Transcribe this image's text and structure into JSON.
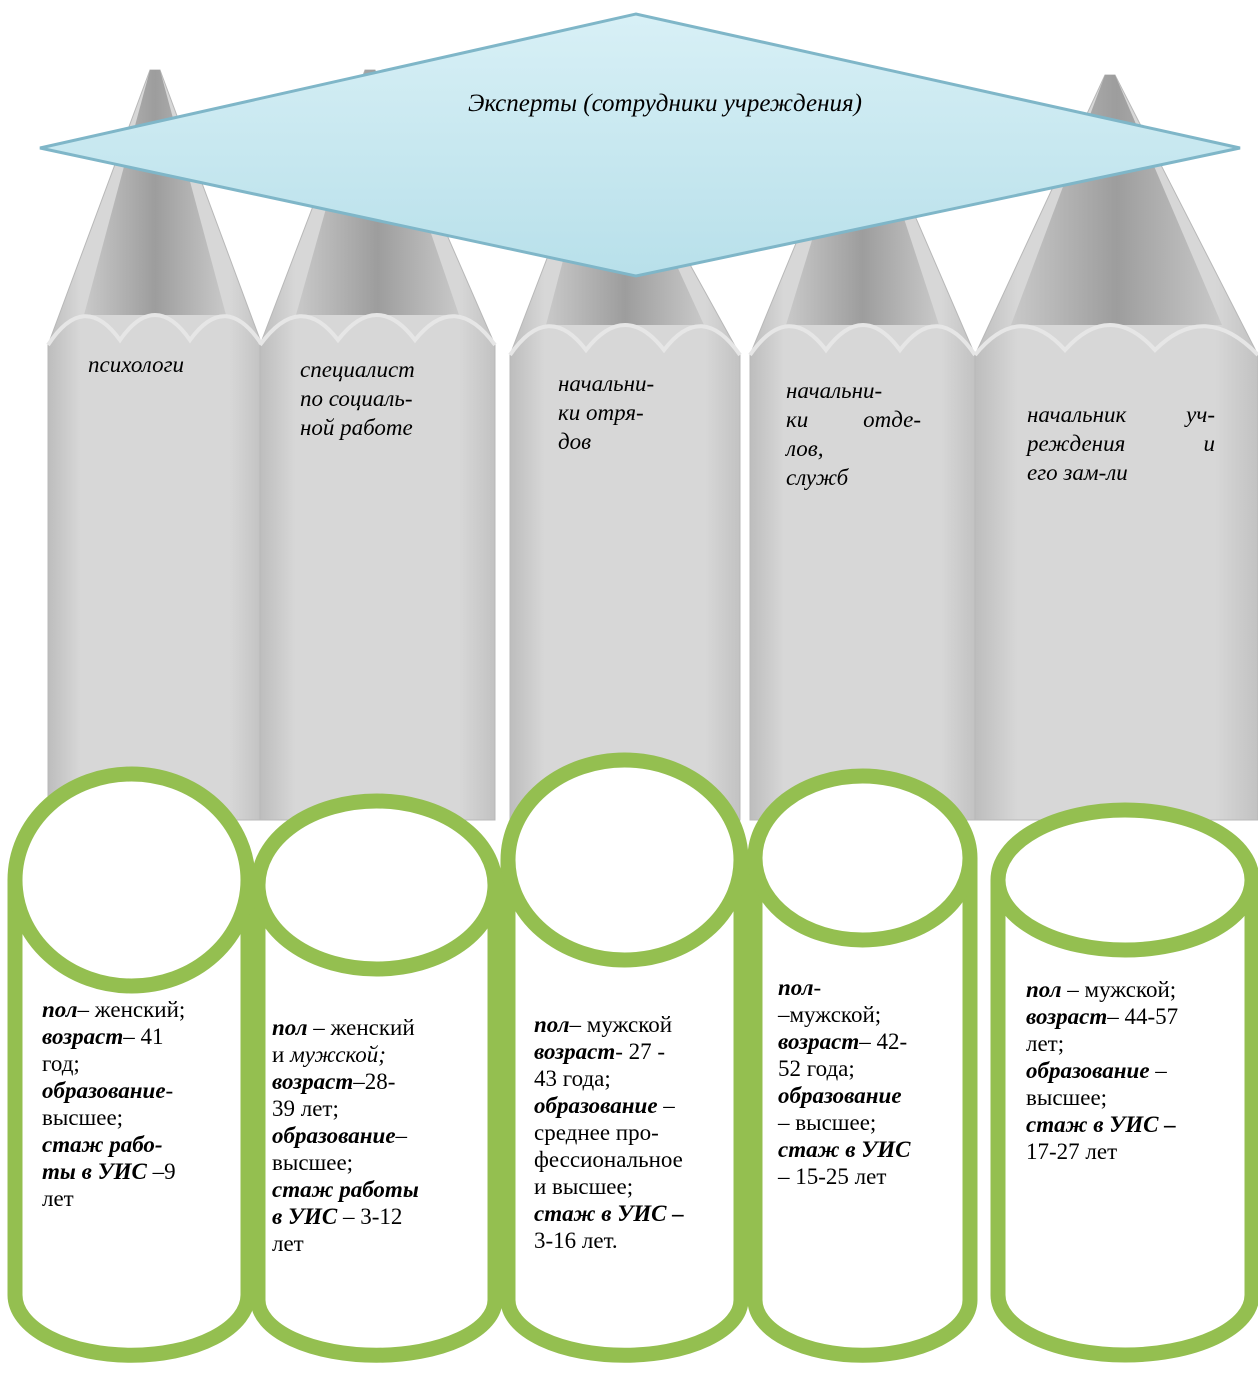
{
  "title": "Эксперты (сотрудники учреждения)",
  "roles": [
    {
      "lines": [
        "психологи"
      ]
    },
    {
      "lines": [
        "специалист",
        "по социаль-",
        "ной работе"
      ]
    },
    {
      "lines": [
        "начальни-",
        "ки отря-",
        "дов"
      ]
    },
    {
      "lines": [
        "начальни-",
        "ки отде-",
        "лов,",
        "служб"
      ]
    },
    {
      "lines": [
        "начальник уч-",
        "реждения и",
        "его зам-ли"
      ]
    }
  ],
  "cards": [
    {
      "lines": [
        [
          {
            "t": "пол",
            "b": true
          },
          {
            "t": "– женский;",
            "b": false
          }
        ],
        [
          {
            "t": "возраст",
            "b": true
          },
          {
            "t": "– 41",
            "b": false
          }
        ],
        [
          {
            "t": "год;",
            "b": false
          }
        ],
        [
          {
            "t": " образование",
            "b": true
          },
          {
            "t": "-",
            "b": false
          }
        ],
        [
          {
            "t": "высшее;",
            "b": false
          }
        ],
        [
          {
            "t": "стаж рабо-",
            "b": true
          }
        ],
        [
          {
            "t": "ты в УИС",
            "b": true
          },
          {
            "t": " –9",
            "b": false
          }
        ],
        [
          {
            "t": "лет",
            "b": false
          }
        ]
      ]
    },
    {
      "lines": [
        [
          {
            "t": "пол",
            "b": true
          },
          {
            "t": " – женский",
            "b": false
          }
        ],
        [
          {
            "t": "и ",
            "b": false
          },
          {
            "t": "мужской;",
            "b": false,
            "i": true
          }
        ],
        [
          {
            "t": "возраст",
            "b": true
          },
          {
            "t": "–28-",
            "b": false
          }
        ],
        [
          {
            "t": "39 лет;",
            "b": false
          }
        ],
        [
          {
            "t": "образование",
            "b": true
          },
          {
            "t": "–",
            "b": false
          }
        ],
        [
          {
            "t": "высшее;",
            "b": false
          }
        ],
        [
          {
            "t": "стаж работы",
            "b": true
          }
        ],
        [
          {
            "t": "в УИС",
            "b": true
          },
          {
            "t": " – 3-12",
            "b": false
          }
        ],
        [
          {
            "t": "лет",
            "b": false
          }
        ]
      ]
    },
    {
      "lines": [
        [
          {
            "t": "пол",
            "b": true
          },
          {
            "t": "– мужской",
            "b": false
          }
        ],
        [
          {
            "t": "возраст",
            "b": true
          },
          {
            "t": "- 27 -",
            "b": false
          }
        ],
        [
          {
            "t": "43 года;",
            "b": false
          }
        ],
        [
          {
            "t": "образование",
            "b": true
          },
          {
            "t": " –",
            "b": false
          }
        ],
        [
          {
            "t": "среднее про-",
            "b": false
          }
        ],
        [
          {
            "t": "фессиональное",
            "b": false
          }
        ],
        [
          {
            "t": "и высшее;",
            "b": false
          }
        ],
        [
          {
            "t": "стаж в УИС –",
            "b": true
          }
        ],
        [
          {
            "t": "3-16 лет.",
            "b": false
          }
        ]
      ]
    },
    {
      "lines": [
        [
          {
            "t": "пол",
            "b": true
          },
          {
            "t": "-",
            "b": false
          }
        ],
        [
          {
            "t": "–мужской;",
            "b": false
          }
        ],
        [
          {
            "t": "возраст",
            "b": true
          },
          {
            "t": "– 42-",
            "b": false
          }
        ],
        [
          {
            "t": "52 года;",
            "b": false
          }
        ],
        [
          {
            "t": "образование",
            "b": true
          }
        ],
        [
          {
            "t": "– высшее;",
            "b": false
          }
        ],
        [
          {
            "t": "стаж в УИС",
            "b": true
          }
        ],
        [
          {
            "t": "– 15-25 лет",
            "b": false
          }
        ]
      ]
    },
    {
      "lines": [
        [
          {
            "t": "пол",
            "b": true
          },
          {
            "t": " – мужской;",
            "b": false
          }
        ],
        [
          {
            "t": "возраст",
            "b": true
          },
          {
            "t": "– 44-57",
            "b": false
          }
        ],
        [
          {
            "t": "лет;",
            "b": false
          }
        ],
        [
          {
            "t": " образование",
            "b": true
          },
          {
            "t": " –",
            "b": false
          }
        ],
        [
          {
            "t": "высшее;",
            "b": false
          }
        ],
        [
          {
            "t": "стаж в УИС –",
            "b": true
          }
        ],
        [
          {
            "t": "17-27 лет",
            "b": false
          }
        ]
      ]
    }
  ],
  "colors": {
    "pencil_body": "#d2d2d2",
    "pencil_tip": "#a7a7a7",
    "cylinder_stroke": "#94bf50",
    "diamond_fill": "#c7e8f0",
    "diamond_stroke": "#7fb6c8"
  }
}
